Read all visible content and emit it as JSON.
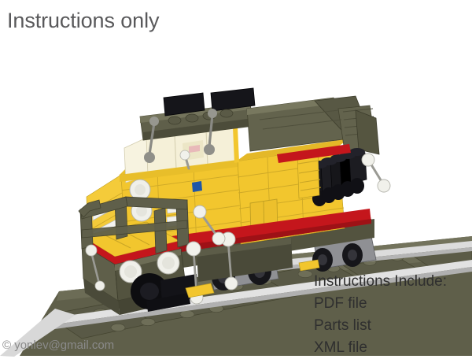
{
  "slide": {
    "title": "Instructions only",
    "background_color": "#ffffff",
    "title_color": "#59595b"
  },
  "include_block": {
    "heading": "Instructions Include:",
    "items": [
      "PDF file",
      "Parts list",
      "XML file"
    ],
    "text_color": "#2f2f2f"
  },
  "copyright": {
    "text": "© yonlev@gmail.com",
    "color": "#8a8a8a"
  },
  "artwork": {
    "subject": "lego-diesel-locomotive",
    "description": "LEGO brick-built yellow Union Pacific style diesel locomotive on dark olive track",
    "colors": {
      "body_yellow": "#f2c62e",
      "body_yellow_shade": "#e0b228",
      "body_yellow_dark": "#caa024",
      "body_yellow_light": "#f7d55c",
      "stripe_red": "#c4161c",
      "stripe_red_dark": "#9e1116",
      "olive_gray": "#5f5f4a",
      "olive_gray_light": "#73735c",
      "olive_gray_dark": "#4a4a39",
      "olive_gray_darker": "#3b3b2d",
      "black": "#16161a",
      "near_black": "#0d0d10",
      "light_gray": "#c9c9c9",
      "mid_gray": "#9b9b9b",
      "rail_silver": "#dcdcdc",
      "white_part": "#f3f3ef",
      "window_glass": "#f5f0d8",
      "accent_blue": "#1e56a8",
      "bogie_gray": "#8f9094",
      "bogie_gray_dark": "#6e6f73"
    }
  }
}
